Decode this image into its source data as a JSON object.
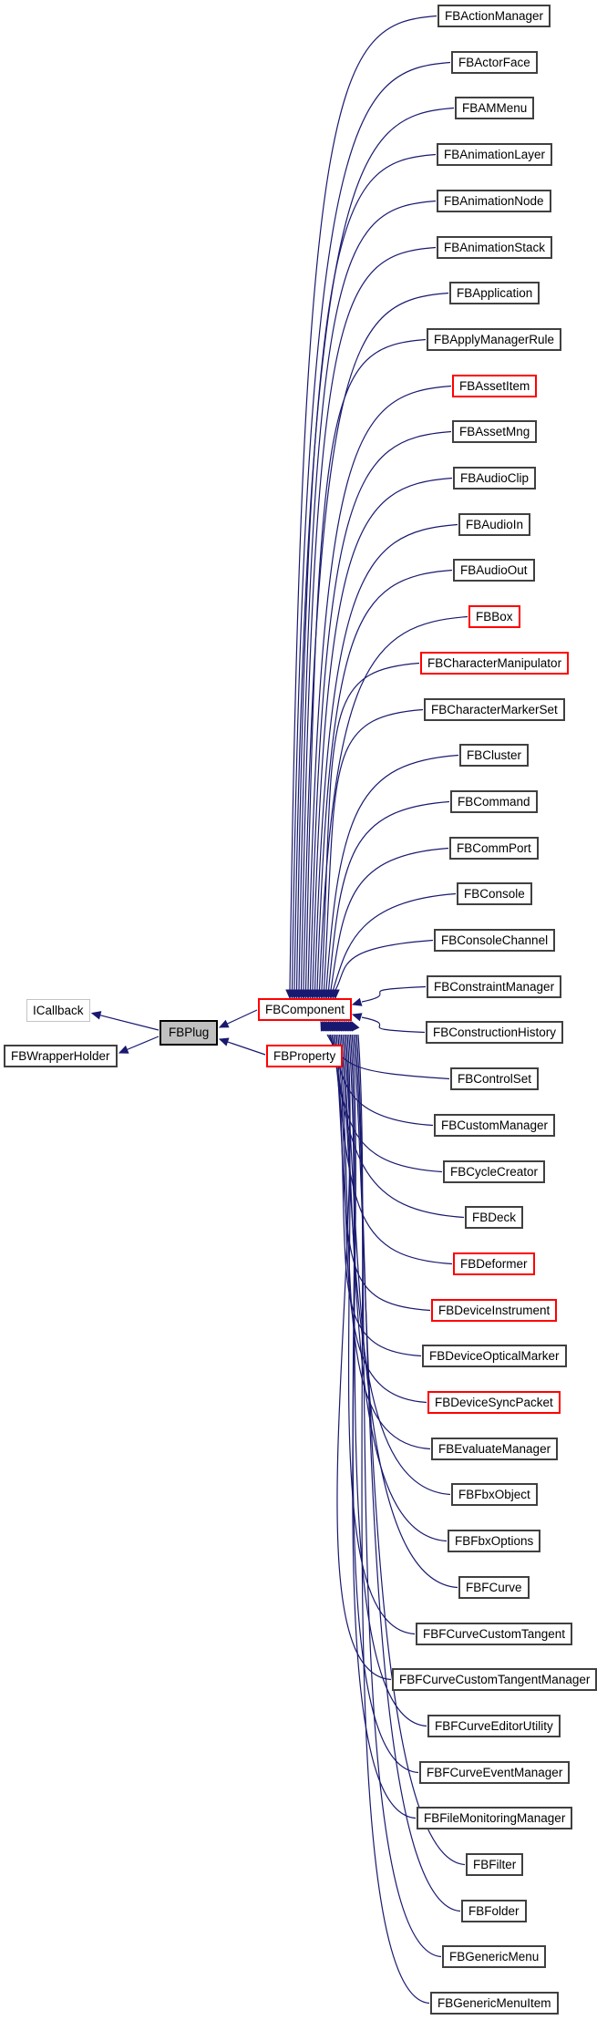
{
  "diagram": {
    "kind": "class-inheritance-graph",
    "colors": {
      "background": "#ffffff",
      "edge": "#191970",
      "node_border": "#404040",
      "highlight_border": "#ff0000",
      "external_border": "#c4c4c4",
      "current_node_fill": "#c0c0c0",
      "text": "#000000"
    },
    "base_nodes": {
      "icallback": {
        "label": "ICallback",
        "role": "external-base"
      },
      "fbwrapperholder": {
        "label": "FBWrapperHolder",
        "role": "base"
      },
      "fbplug": {
        "label": "FBPlug",
        "role": "current"
      },
      "fbcomponent": {
        "label": "FBComponent",
        "role": "derived-highlight"
      },
      "fbproperty": {
        "label": "FBProperty",
        "role": "derived-highlight"
      }
    },
    "relations": [
      "FBPlug -> ICallback",
      "FBPlug -> FBWrapperHolder",
      "FBComponent -> FBPlug",
      "FBProperty -> FBPlug",
      "each derived_classes[i] -> FBComponent"
    ],
    "derived_classes": [
      {
        "label": "FBActionManager",
        "highlight": false
      },
      {
        "label": "FBActorFace",
        "highlight": false
      },
      {
        "label": "FBAMMenu",
        "highlight": false
      },
      {
        "label": "FBAnimationLayer",
        "highlight": false
      },
      {
        "label": "FBAnimationNode",
        "highlight": false
      },
      {
        "label": "FBAnimationStack",
        "highlight": false
      },
      {
        "label": "FBApplication",
        "highlight": false
      },
      {
        "label": "FBApplyManagerRule",
        "highlight": false
      },
      {
        "label": "FBAssetItem",
        "highlight": true
      },
      {
        "label": "FBAssetMng",
        "highlight": false
      },
      {
        "label": "FBAudioClip",
        "highlight": false
      },
      {
        "label": "FBAudioIn",
        "highlight": false
      },
      {
        "label": "FBAudioOut",
        "highlight": false
      },
      {
        "label": "FBBox",
        "highlight": true
      },
      {
        "label": "FBCharacterManipulator",
        "highlight": true
      },
      {
        "label": "FBCharacterMarkerSet",
        "highlight": false
      },
      {
        "label": "FBCluster",
        "highlight": false
      },
      {
        "label": "FBCommand",
        "highlight": false
      },
      {
        "label": "FBCommPort",
        "highlight": false
      },
      {
        "label": "FBConsole",
        "highlight": false
      },
      {
        "label": "FBConsoleChannel",
        "highlight": false
      },
      {
        "label": "FBConstraintManager",
        "highlight": false
      },
      {
        "label": "FBConstructionHistory",
        "highlight": false
      },
      {
        "label": "FBControlSet",
        "highlight": false
      },
      {
        "label": "FBCustomManager",
        "highlight": false
      },
      {
        "label": "FBCycleCreator",
        "highlight": false
      },
      {
        "label": "FBDeck",
        "highlight": false
      },
      {
        "label": "FBDeformer",
        "highlight": true
      },
      {
        "label": "FBDeviceInstrument",
        "highlight": true
      },
      {
        "label": "FBDeviceOpticalMarker",
        "highlight": false
      },
      {
        "label": "FBDeviceSyncPacket",
        "highlight": true
      },
      {
        "label": "FBEvaluateManager",
        "highlight": false
      },
      {
        "label": "FBFbxObject",
        "highlight": false
      },
      {
        "label": "FBFbxOptions",
        "highlight": false
      },
      {
        "label": "FBFCurve",
        "highlight": false
      },
      {
        "label": "FBFCurveCustomTangent",
        "highlight": false
      },
      {
        "label": "FBFCurveCustomTangentManager",
        "highlight": false
      },
      {
        "label": "FBFCurveEditorUtility",
        "highlight": false
      },
      {
        "label": "FBFCurveEventManager",
        "highlight": false
      },
      {
        "label": "FBFileMonitoringManager",
        "highlight": false
      },
      {
        "label": "FBFilter",
        "highlight": false
      },
      {
        "label": "FBFolder",
        "highlight": false
      },
      {
        "label": "FBGenericMenu",
        "highlight": false
      },
      {
        "label": "FBGenericMenuItem",
        "highlight": false
      }
    ]
  }
}
